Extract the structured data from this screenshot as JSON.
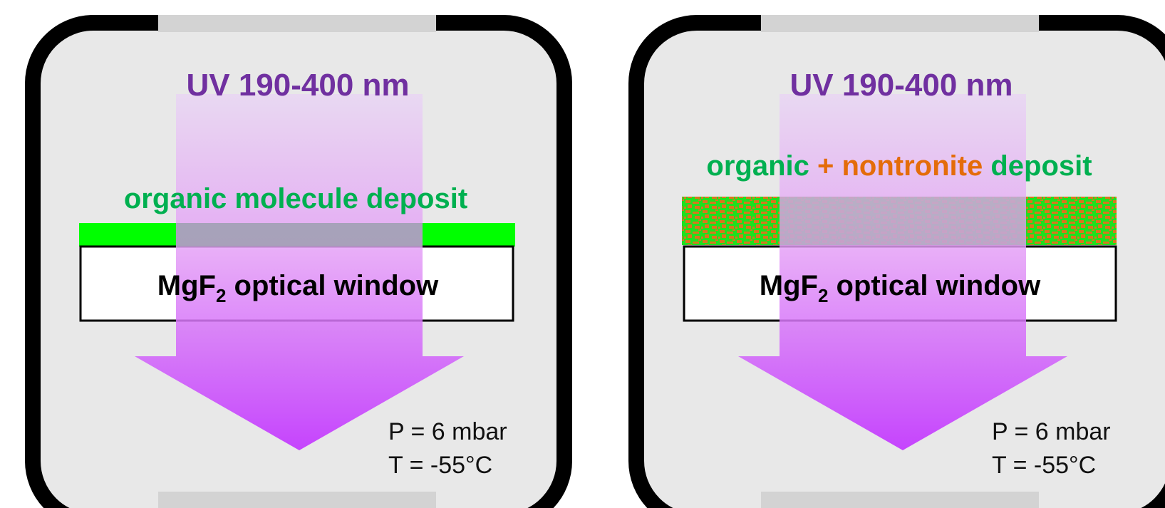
{
  "panels": [
    {
      "id": "left",
      "beam_label": "UV 190-400 nm",
      "deposit_label_parts": [
        {
          "text": "organic molecule deposit",
          "color": "#00b050"
        }
      ],
      "deposit_type": "organic",
      "window_label_prefix": "MgF",
      "window_label_sub": "2",
      "window_label_suffix": " optical window",
      "pressure": "P = 6 mbar",
      "temperature": "T = -55°C"
    },
    {
      "id": "right",
      "beam_label": "UV 190-400 nm",
      "deposit_label_parts": [
        {
          "text": "organic ",
          "color": "#00b050"
        },
        {
          "text": "+ nontronite",
          "color": "#e46c0a"
        },
        {
          "text": " deposit",
          "color": "#00b050"
        }
      ],
      "deposit_type": "mixed",
      "window_label_prefix": "MgF",
      "window_label_sub": "2",
      "window_label_suffix": " optical window",
      "pressure": "P = 6 mbar",
      "temperature": "T = -55°C"
    }
  ],
  "colors": {
    "chamber_fill": "#e8e8e8",
    "chamber_border": "#000000",
    "port": "#d3d3d3",
    "organic_green": "#00ff00",
    "nontronite_orange": "#e07a1f",
    "uv_purple": "#c43cff"
  }
}
